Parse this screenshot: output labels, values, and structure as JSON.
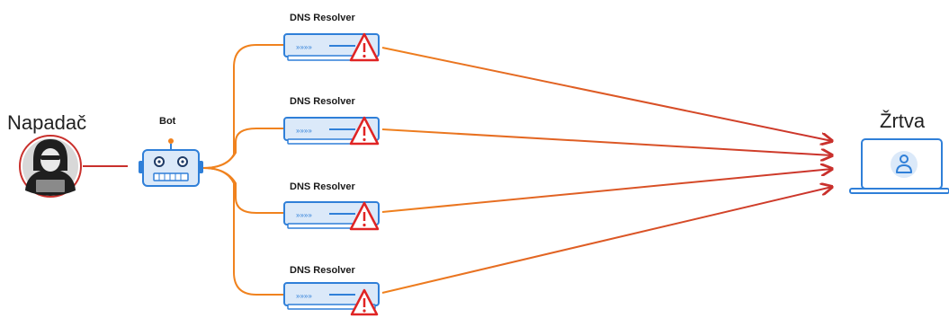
{
  "attacker": {
    "label": "Napadač"
  },
  "bot": {
    "label": "Bot"
  },
  "resolvers": [
    {
      "label": "DNS Resolver"
    },
    {
      "label": "DNS Resolver"
    },
    {
      "label": "DNS Resolver"
    },
    {
      "label": "DNS Resolver"
    }
  ],
  "victim": {
    "label": "Žrtva"
  },
  "colors": {
    "orange": "#f0821e",
    "red": "#c9302c",
    "blue": "#2f7fd8",
    "light_blue": "#dbe9f9",
    "warning_red": "#e02424"
  },
  "icons": {
    "attacker": "hacker-avatar-icon",
    "bot": "robot-icon",
    "resolver": "server-icon",
    "warning": "warning-triangle-icon",
    "victim": "laptop-user-icon"
  }
}
